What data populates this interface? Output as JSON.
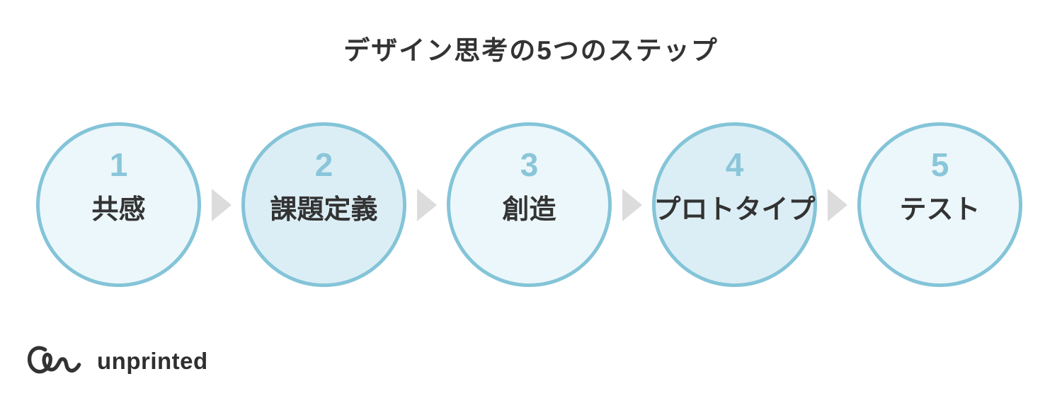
{
  "title": "デザイン思考の5つのステップ",
  "steps": [
    {
      "number": "1",
      "label": "共感",
      "fill": "#ecf7fb"
    },
    {
      "number": "2",
      "label": "課題定義",
      "fill": "#dceef5"
    },
    {
      "number": "3",
      "label": "創造",
      "fill": "#ecf7fb"
    },
    {
      "number": "4",
      "label": "プロトタイプ",
      "fill": "#dceef5"
    },
    {
      "number": "5",
      "label": "テスト",
      "fill": "#ecf7fb"
    }
  ],
  "arrows": {
    "count": 4,
    "direction": "right"
  },
  "colors": {
    "background": "#ffffff",
    "circle_border": "#84c4d8",
    "number_text": "#8ac6da",
    "label_text": "#333333",
    "arrow": "#dcdcdc",
    "title_text": "#333333",
    "logo_text_color": "#2f2f2f"
  },
  "logo": {
    "mark_icon": "unprinted-squiggle-icon",
    "text": "unprinted"
  }
}
